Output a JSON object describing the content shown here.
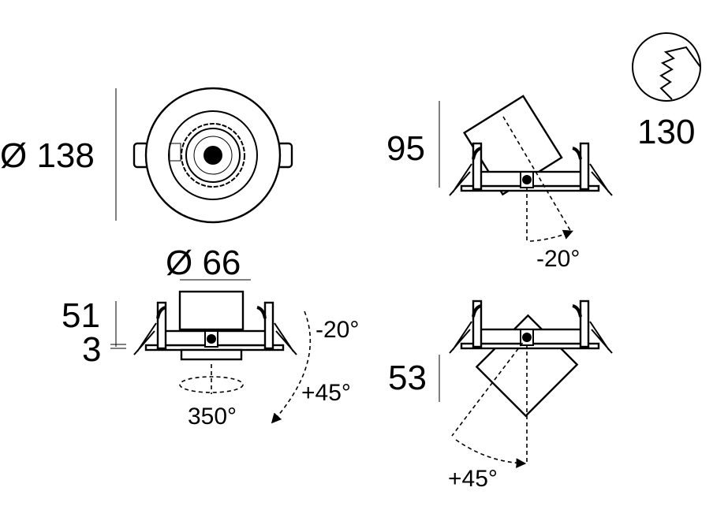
{
  "top_view": {
    "diameter_label": "Ø 138"
  },
  "tilt_view": {
    "height_label": "95",
    "angle_label": "-20°"
  },
  "cutout_icon": {
    "label": "130",
    "icon": "ceiling-cutout-icon"
  },
  "side_view": {
    "diameter_label": "Ø 66",
    "height_label": "51",
    "flange_label": "3",
    "tilt_up_label": "-20°",
    "tilt_down_label": "+45°",
    "rotation_label": "350°"
  },
  "tilt45_view": {
    "height_label": "53",
    "angle_label": "+45°"
  }
}
